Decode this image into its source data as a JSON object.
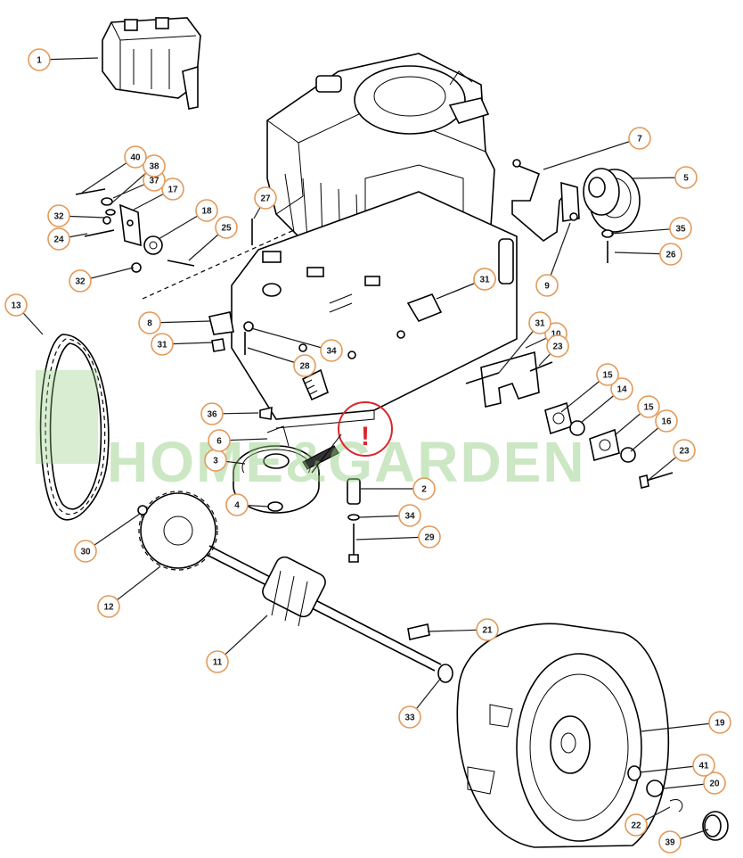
{
  "diagram": {
    "watermark": "HOME&GARDEN",
    "callout_colors": {
      "ring": "#e39a5a",
      "leader": "#1a1a1a",
      "warning": "#d9262b"
    },
    "warning_symbol": "!",
    "callouts": [
      "1",
      "2",
      "3",
      "4",
      "5",
      "6",
      "7",
      "8",
      "9",
      "10",
      "11",
      "12",
      "13",
      "14",
      "15",
      "15",
      "16",
      "17",
      "18",
      "19",
      "20",
      "21",
      "22",
      "23",
      "23",
      "24",
      "25",
      "26",
      "27",
      "28",
      "29",
      "30",
      "31",
      "31",
      "31",
      "31",
      "32",
      "32",
      "33",
      "34",
      "34",
      "35",
      "36",
      "37",
      "38",
      "39",
      "40",
      "41"
    ]
  }
}
